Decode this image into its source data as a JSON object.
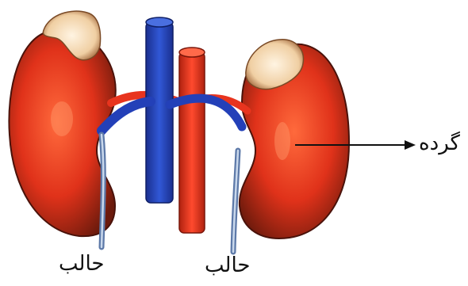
{
  "labels": {
    "kidney": "گرده",
    "ureter_left": "حالب",
    "ureter_right": "حالب"
  },
  "colors": {
    "kidney": "#e0321a",
    "kidney_dark": "#6b1a0c",
    "adrenal": "#f3d7b2",
    "vein": "#2340b8",
    "artery": "#e8341e",
    "ureter": "#8fa8c8",
    "arrow": "#111111"
  }
}
